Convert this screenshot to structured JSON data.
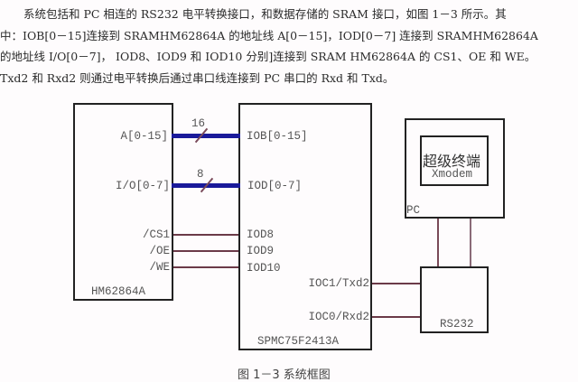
{
  "paragraph": {
    "lines": [
      "系统包括和 PC 相连的 RS232 电平转换接口，和数据存储的 SRAM 接口，如图 1－3 所示。其",
      "中：IOB[0－15]连接到 SRAMHM62864A 的地址线 A[0－15]，IOD[0－7] 连接到 SRAMHM62864A",
      "的地址线 I/O[0－7]， IOD8、IOD9 和 IOD10 分别]连接到 SRAM  HM62864A 的 CS1、OE 和 WE。",
      "Txd2 和 Rxd2 则通过电平转换后通过串口线连接到 PC 串口的 Rxd 和 Txd。"
    ]
  },
  "diagram": {
    "sram": {
      "name": "HM62864A",
      "pins": {
        "addr": "A[0-15]",
        "io": "I/O[0-7]",
        "cs": "/CS1",
        "oe": "/OE",
        "we": "/WE"
      }
    },
    "mcu": {
      "name": "SPMC75F2413A",
      "pins": {
        "iob": "IOB[0-15]",
        "iod": "IOD[0-7]",
        "iod8": "IOD8",
        "iod9": "IOD9",
        "iod10": "IOD10",
        "txd": "IOC1/Txd2",
        "rxd": "IOC0/Rxd2"
      }
    },
    "buses": {
      "addr_width": "16",
      "data_width": "8"
    },
    "pc": {
      "name": "PC",
      "terminal_title": "超级终端",
      "terminal_sub": "Xmodem"
    },
    "rs232": {
      "name": "RS232"
    },
    "colors": {
      "bus": "#1a1a9a",
      "wire": "#6b3a48",
      "border": "#222222"
    }
  },
  "caption": "图 1－3 系统框图"
}
